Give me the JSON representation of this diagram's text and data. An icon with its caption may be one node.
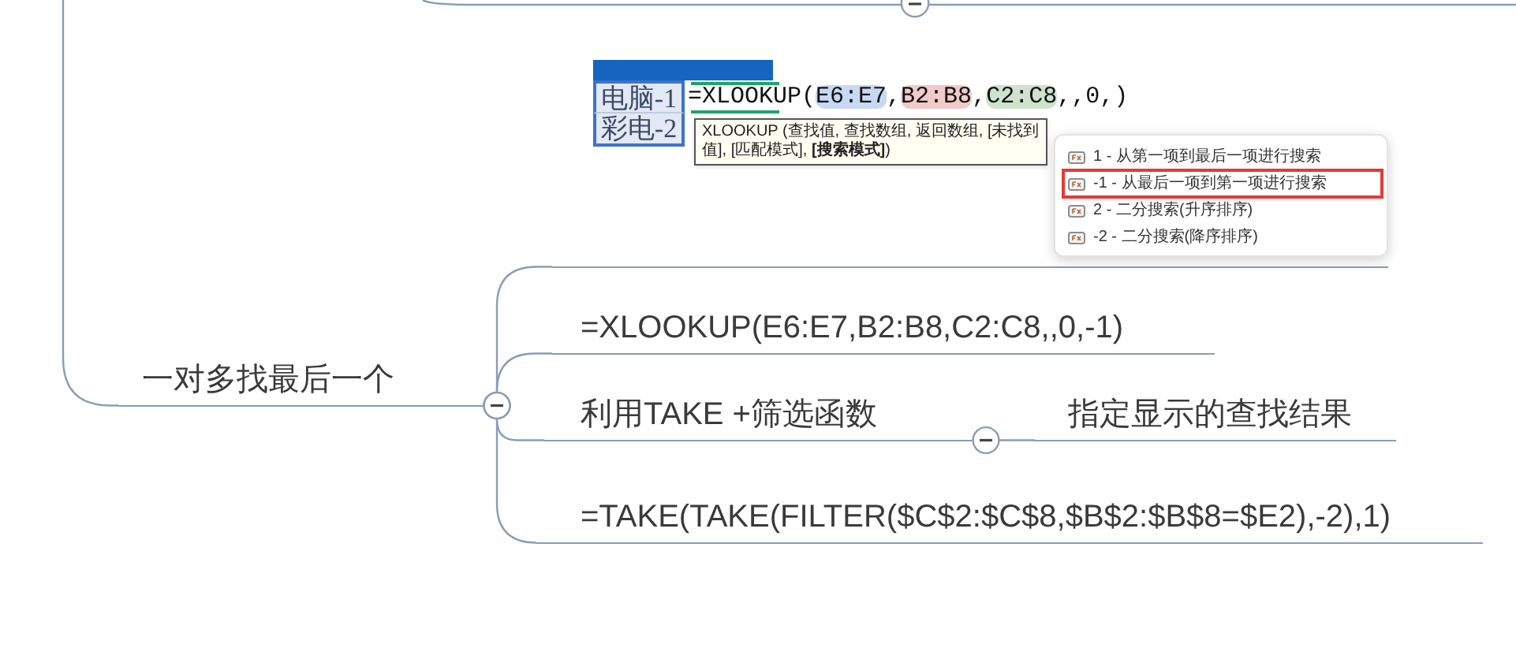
{
  "diagram": {
    "nodes": [
      {
        "text": [
          "一对多找最后一个"
        ]
      },
      {
        "text": [],
        "shape": "picture"
      },
      {
        "text": [
          "电脑-1"
        ],
        "in": 1
      },
      {
        "text": [
          "=XLOOKUP(E6:E7,B2:B8,C2:C8,,0,)"
        ],
        "in": 1
      },
      {
        "text": [
          "彩电-2"
        ],
        "in": 1
      },
      {
        "text": [
          "XLOOKUP (查找值, 查找数组, 返回数组, [未找到值], [匹配模式], **[搜索模式]**)"
        ],
        "in": 1
      },
      {
        "text": [
          "1 - 从第一项到最后一项进行搜索",
          "2 - 二分搜索(升序排序)",
          "-2 - 二分搜索(降序排序)"
        ],
        "in": 1
      },
      {
        "text": [
          "-1 - 从最后一项到第一项进行搜索"
        ],
        "in": 6
      },
      {
        "text": [
          "=XLOOKUP(E6:E7,B2:B8,C2:C8,,0,-1)"
        ]
      },
      {
        "text": [
          "利用TAKE +筛选函数"
        ]
      },
      {
        "text": [
          "指定显示的查找结果"
        ]
      },
      {
        "text": [
          "=TAKE(TAKE(FILTER($C$2:$C$8,$B$2:$B$8=$E2),-2),1)"
        ]
      }
    ],
    "edges": [
      {
        "from": null,
        "to": 0,
        "arrow": "none"
      },
      {
        "from": 0,
        "to": 1,
        "arrow": "other"
      },
      {
        "from": 0,
        "to": 8,
        "arrow": "other"
      },
      {
        "from": 0,
        "to": 9,
        "arrow": "other"
      },
      {
        "from": 0,
        "to": 11,
        "arrow": "other"
      },
      {
        "from": 9,
        "to": 10,
        "arrow": "other"
      }
    ]
  }
}
